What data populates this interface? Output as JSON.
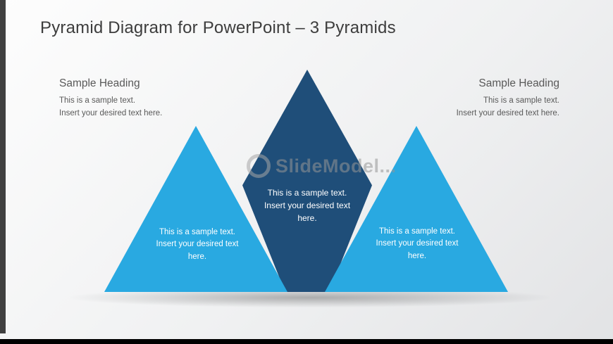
{
  "title": "Pyramid Diagram for PowerPoint – 3 Pyramids",
  "headings": {
    "left": {
      "title": "Sample Heading",
      "line1": "This is a sample text.",
      "line2": "Insert your desired text here."
    },
    "right": {
      "title": "Sample Heading",
      "line1": "This is a sample text.",
      "line2": "Insert your desired text here."
    }
  },
  "pyramids": {
    "left": {
      "text": "This is a sample text. Insert your desired text here.",
      "color": "#29A9E1"
    },
    "center": {
      "text": "This is a sample text. Insert your desired text here.",
      "color": "#1F4E79"
    },
    "right": {
      "text": "This is a sample text. Insert your desired text here.",
      "color": "#29A9E1"
    }
  },
  "watermark": {
    "text": "SlideModel..."
  },
  "colors": {
    "light_blue": "#29A9E1",
    "dark_blue": "#1F4E79",
    "title_gray": "#3D3D3D",
    "heading_gray": "#595959",
    "accent_bar": "#404040",
    "footer_black": "#000000"
  }
}
